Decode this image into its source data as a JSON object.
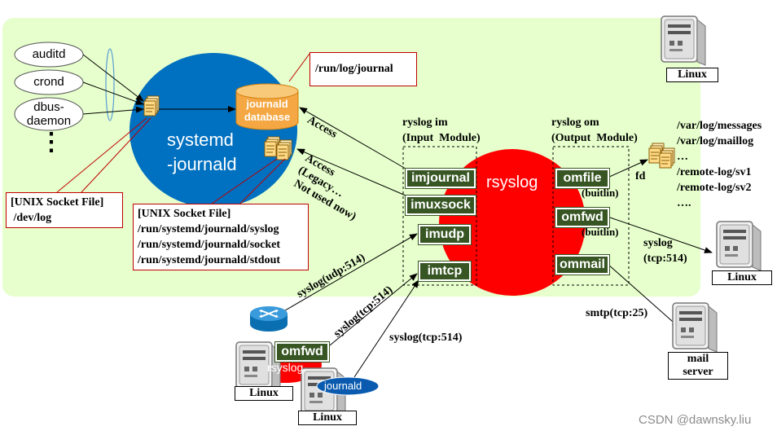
{
  "processes": [
    "auditd",
    "crond",
    "dbus-\ndaemon"
  ],
  "ellipsis_vertical": "⋮",
  "systemd_journald": "systemd\n-journald",
  "journald_database": "journald\ndatabase",
  "journal_path": "/run/log/journal",
  "unix_socket_dev_log": "[UNIX Socket File]\n /dev/log",
  "unix_socket_files": "[UNIX Socket File]\n/run/systemd/journald/syslog\n/run/systemd/journald/socket\n/run/systemd/journald/stdout",
  "access_label": "Access",
  "access_legacy_label": "Access\n(Legacy…\n Not used now)",
  "input_module_title": "ryslog im\n(Input  Module)",
  "output_module_title": "ryslog om\n(Output  Module)",
  "rsyslog_label": "rsyslog",
  "input_modules": [
    "imjournal",
    "imuxsock",
    "imudp",
    "imtcp"
  ],
  "output_modules": [
    "omfile",
    "omfwd",
    "ommail"
  ],
  "buitlin_label": "(buitlin)",
  "fd_label": "fd",
  "log_files": "/var/log/messages\n/var/log/maillog\n…\n/remote-log/sv1\n/remote-log/sv2\n….",
  "syslog_tcp_514_out": "syslog\n(tcp:514)",
  "smtp_label": "smtp(tcp:25)",
  "mail_server_label": "mail\nserver",
  "linux_label": "Linux",
  "syslog_udp_514": "syslog(udp:514)",
  "syslog_tcp_514_a": "syslog(tcp:514)",
  "syslog_tcp_514_b": "syslog(tcp:514)",
  "remote_omfwd": "omfwd",
  "remote_rsyslog": "rsyslog",
  "remote_journald": "journald",
  "watermark": "CSDN @dawnsky.liu",
  "colors": {
    "panel": "#e6ffcc",
    "systemd_blue": "#0070c0",
    "rsyslog_red": "#ff0000",
    "module_green": "#375623",
    "database_orange": "#f4a742",
    "callout_border": "#c00000"
  }
}
